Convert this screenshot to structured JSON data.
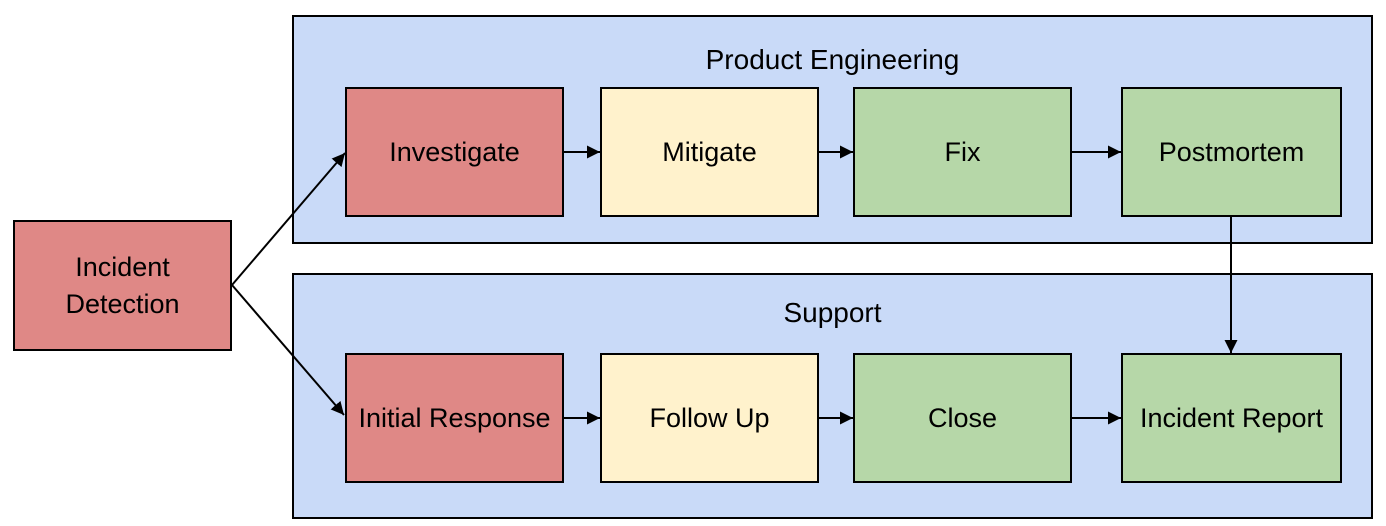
{
  "diagram": {
    "type": "flowchart-swimlanes",
    "source_node": {
      "label": "Incident Detection",
      "color": "red"
    },
    "lanes": [
      {
        "title": "Product Engineering",
        "steps": [
          {
            "label": "Investigate",
            "color": "red"
          },
          {
            "label": "Mitigate",
            "color": "yellow"
          },
          {
            "label": "Fix",
            "color": "green"
          },
          {
            "label": "Postmortem",
            "color": "green"
          }
        ]
      },
      {
        "title": "Support",
        "steps": [
          {
            "label": "Initial Response",
            "color": "red"
          },
          {
            "label": "Follow Up",
            "color": "yellow"
          },
          {
            "label": "Close",
            "color": "green"
          },
          {
            "label": "Incident Report",
            "color": "green"
          }
        ]
      }
    ],
    "edges": [
      {
        "from": "Incident Detection",
        "to": "Investigate"
      },
      {
        "from": "Incident Detection",
        "to": "Initial Response"
      },
      {
        "from": "Investigate",
        "to": "Mitigate"
      },
      {
        "from": "Mitigate",
        "to": "Fix"
      },
      {
        "from": "Fix",
        "to": "Postmortem"
      },
      {
        "from": "Postmortem",
        "to": "Incident Report"
      },
      {
        "from": "Initial Response",
        "to": "Follow Up"
      },
      {
        "from": "Follow Up",
        "to": "Close"
      },
      {
        "from": "Close",
        "to": "Incident Report"
      }
    ],
    "colors": {
      "node_red": "#DF8886",
      "node_yellow": "#FFF2CC",
      "node_green": "#B6D7A8",
      "lane_blue": "#C9DAF8",
      "border": "#000000",
      "text": "#000000",
      "background": "#FFFFFF"
    }
  }
}
